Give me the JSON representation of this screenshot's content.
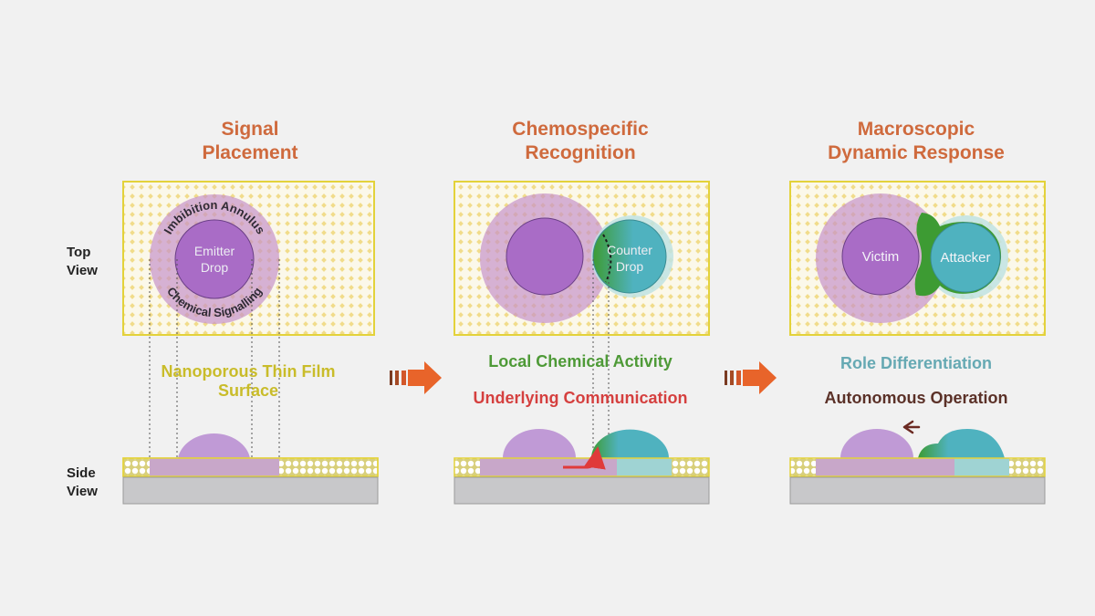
{
  "labels": {
    "top_view": [
      "Top",
      "View"
    ],
    "side_view": [
      "Side",
      "View"
    ]
  },
  "panels": [
    {
      "title": [
        "Signal",
        "Placement"
      ],
      "drop_label": [
        "Emitter",
        "Drop"
      ],
      "ring_top": "Imbibition Annulus",
      "ring_bottom": "Chemical Signalling",
      "caption_1": "Nanoporous Thin Film",
      "caption_2": "Surface"
    },
    {
      "title": [
        "Chemospecific",
        "Recognition"
      ],
      "drop_label": [
        "Counter",
        "Drop"
      ],
      "caption_1": "Local Chemical Activity",
      "caption_2": "Underlying Communication"
    },
    {
      "title": [
        "Macroscopic",
        "Dynamic Response"
      ],
      "victim_label": "Victim",
      "attacker_label": "Attacker",
      "caption_1": "Role Differentiation",
      "caption_2": "Autonomous Operation"
    }
  ],
  "colors": {
    "background": "#f1f1f1",
    "title": "#cf6a3d",
    "film_border": "#e3d23a",
    "film_dot": "#f1dc8a",
    "annulus": "#c592c9",
    "drop_purple": "#a96cc6",
    "drop_teal": "#4fb2bf",
    "drop_green": "#3d9b33",
    "substrate": "#c8c8ca",
    "arrow": "#e8642a",
    "caption_yellow": "#c9bc2a",
    "caption_green": "#4e9a37",
    "caption_red": "#d5403f",
    "caption_teal": "#66a9b3",
    "caption_brown": "#5b3128"
  }
}
